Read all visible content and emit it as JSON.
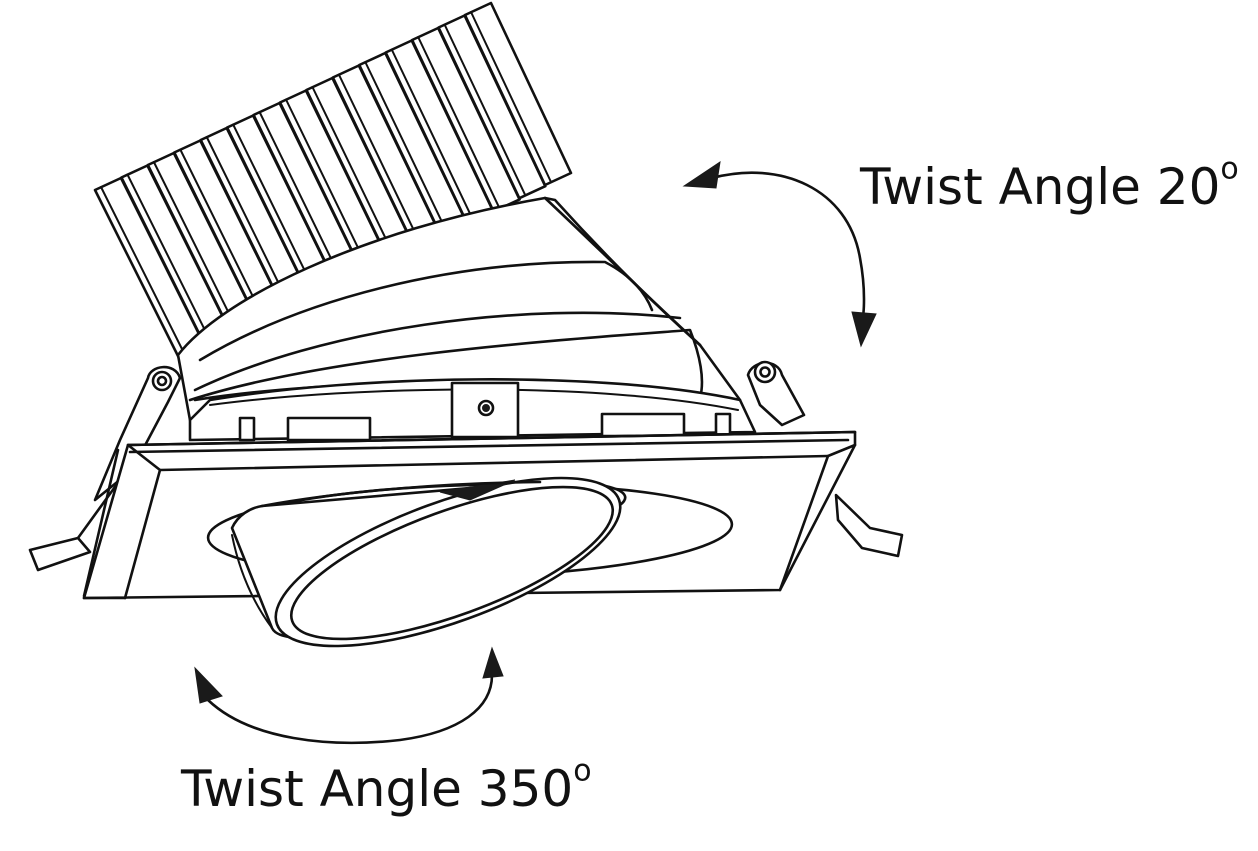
{
  "annotations": {
    "tilt": {
      "text": "Twist Angle 20",
      "unit": "o"
    },
    "pan": {
      "text": "Twist Angle 350",
      "unit": "o"
    }
  },
  "colors": {
    "line": "#111111",
    "background": "#ffffff"
  }
}
